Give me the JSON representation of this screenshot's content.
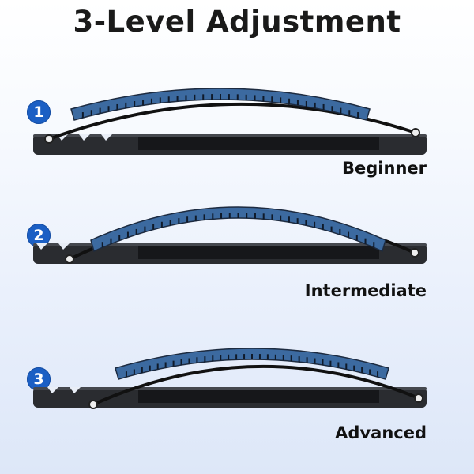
{
  "header": {
    "title": "3-Level Adjustment"
  },
  "colors": {
    "accent_blue": "#1b5fc4",
    "pad_blue": "#3c6aa0",
    "base_dark": "#2a2c30"
  },
  "levels": [
    {
      "number": "1",
      "label": "Beginner"
    },
    {
      "number": "2",
      "label": "Intermediate"
    },
    {
      "number": "3",
      "label": "Advanced"
    }
  ]
}
